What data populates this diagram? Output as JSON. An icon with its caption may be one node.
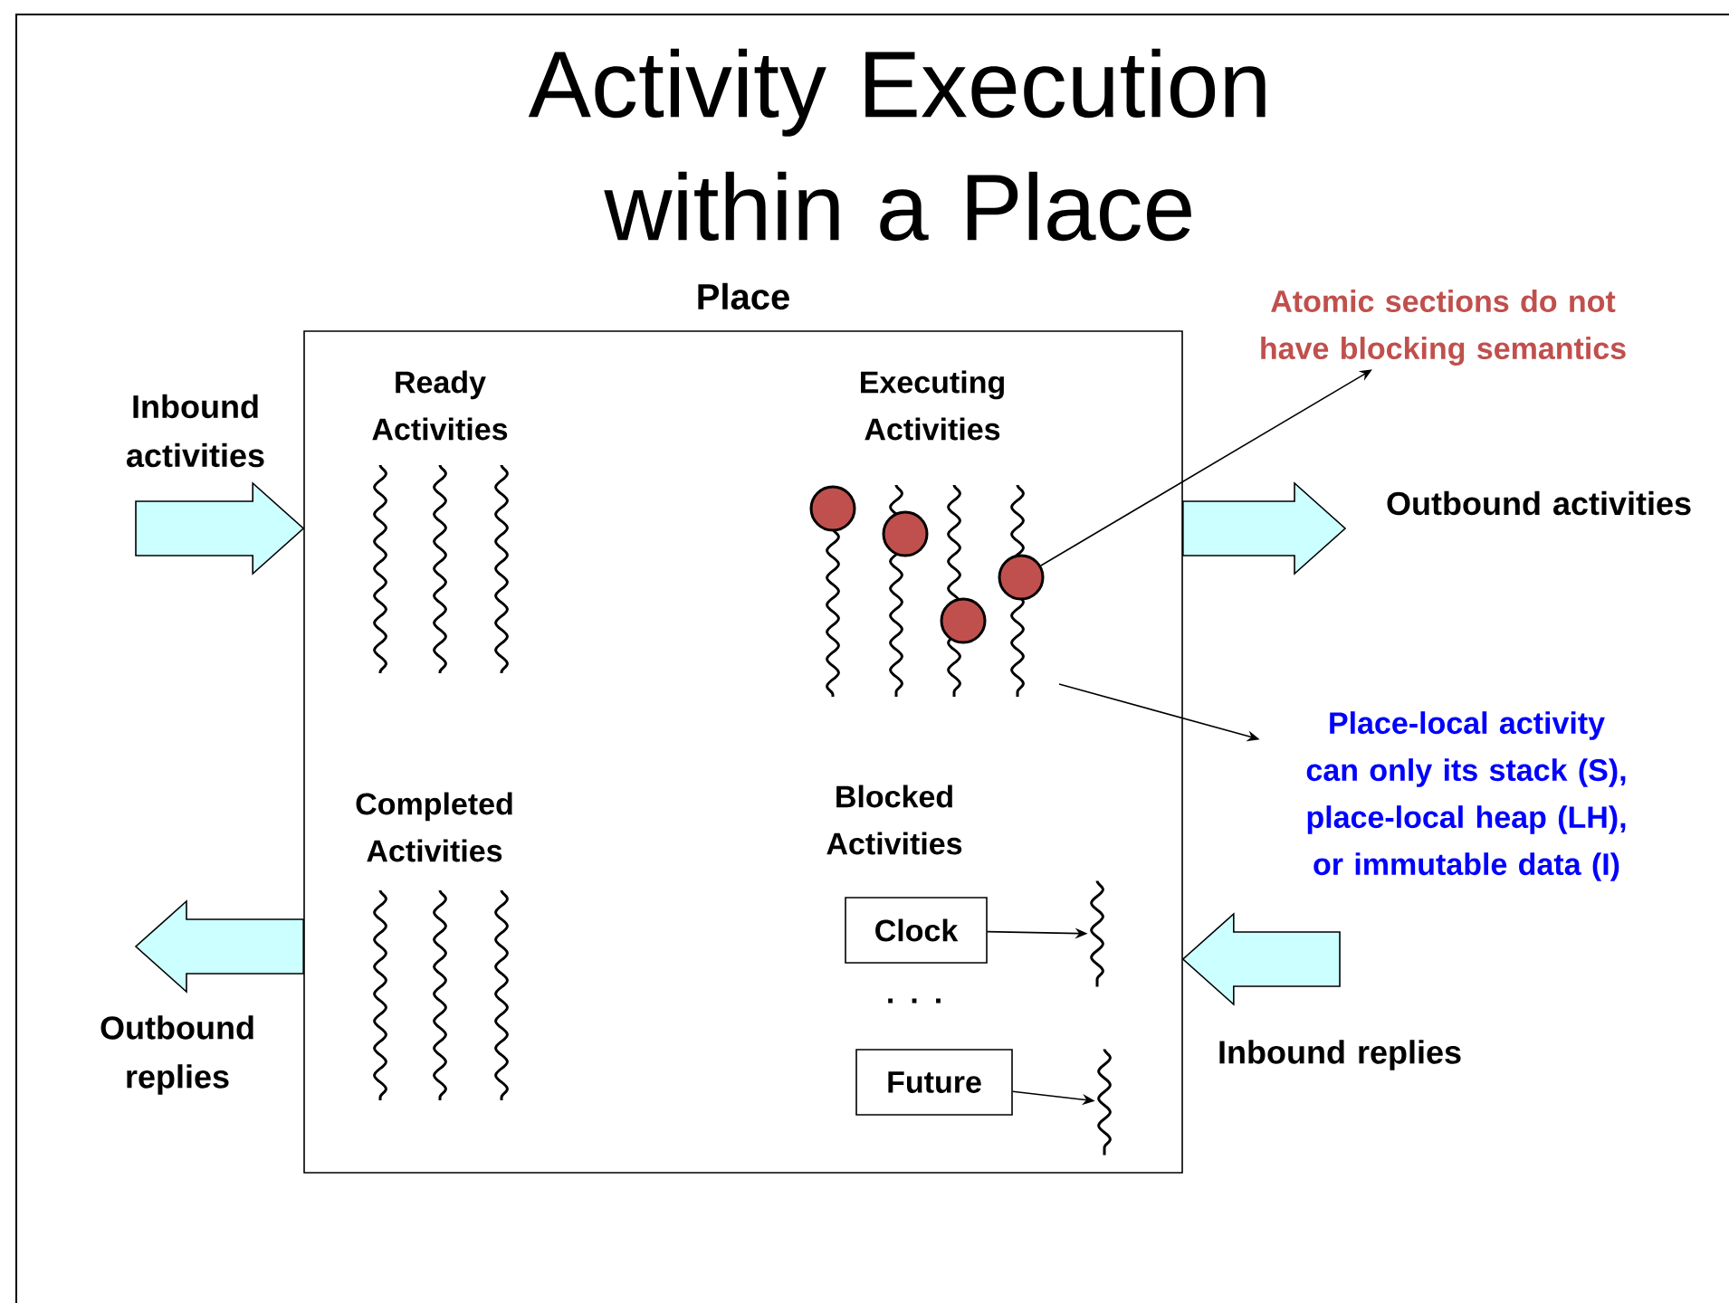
{
  "diagram": {
    "title": "Activity Execution within a Place",
    "nodes": [
      {
        "text": [
          "Place"
        ]
      },
      {
        "text": [
          "Clock"
        ],
        "in": 0
      },
      {
        "text": [
          "Future"
        ],
        "in": 0
      },
      {
        "text": [],
        "shape": "line",
        "in": 0
      },
      {
        "text": [],
        "shape": "line",
        "in": 0
      },
      {
        "text": [],
        "shape": "circle",
        "in": 0
      },
      {
        "text": [
          "Atomic sections do not have blocking semantics"
        ]
      },
      {
        "text": [
          "Place-local activity can only its stack (S), place-local heap (LH), or immutable data (I)"
        ]
      }
    ],
    "edges": [
      {
        "from": null,
        "to": 0,
        "arrow": "to",
        "style": "thick",
        "color": "#ccffff"
      },
      {
        "from": 0,
        "to": null,
        "arrow": "to",
        "style": "thick",
        "color": "#ccffff"
      },
      {
        "from": 0,
        "to": null,
        "arrow": "to",
        "style": "thick",
        "color": "#ccffff"
      },
      {
        "from": null,
        "to": 0,
        "arrow": "to",
        "style": "thick",
        "color": "#ccffff"
      },
      {
        "from": 1,
        "to": 3,
        "arrow": "to"
      },
      {
        "from": 2,
        "to": 4,
        "arrow": "to"
      },
      {
        "from": 5,
        "to": 6,
        "arrow": "to"
      },
      {
        "from": null,
        "to": 7,
        "arrow": "to"
      }
    ],
    "labels": [
      "Inbound activities",
      "Ready Activities",
      "Executing Activities",
      "Outbound activities",
      "Completed Activities",
      "Blocked Activities",
      ". . .",
      "Outbound replies",
      "Inbound replies"
    ]
  }
}
